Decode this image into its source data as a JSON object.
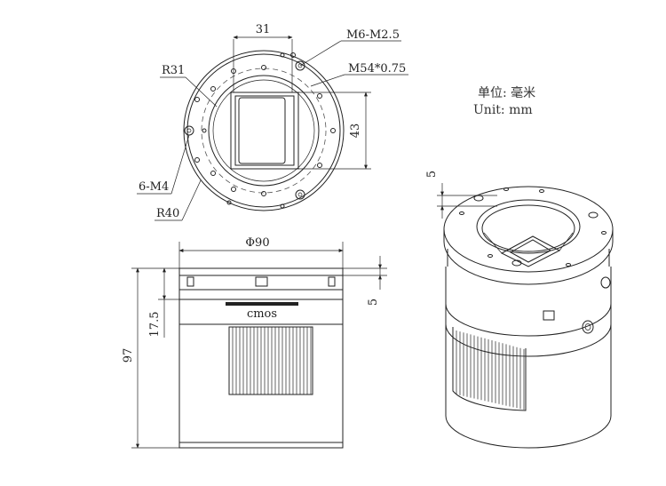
{
  "dimensions": {
    "width_31": "31",
    "thread_m6": "M6-M2.5",
    "thread_m54": "M54*0.75",
    "radius_r31": "R31",
    "dim_43": "43",
    "holes_6m4": "6-M4",
    "radius_r40": "R40",
    "diameter_90": "Φ90",
    "dim_5_top": "5",
    "dim_5_side": "5",
    "dim_17_5": "17.5",
    "dim_97": "97"
  },
  "labels": {
    "cmos": "cmos"
  },
  "units_note": {
    "chinese": "单位: 毫米",
    "english": "Unit: mm"
  }
}
